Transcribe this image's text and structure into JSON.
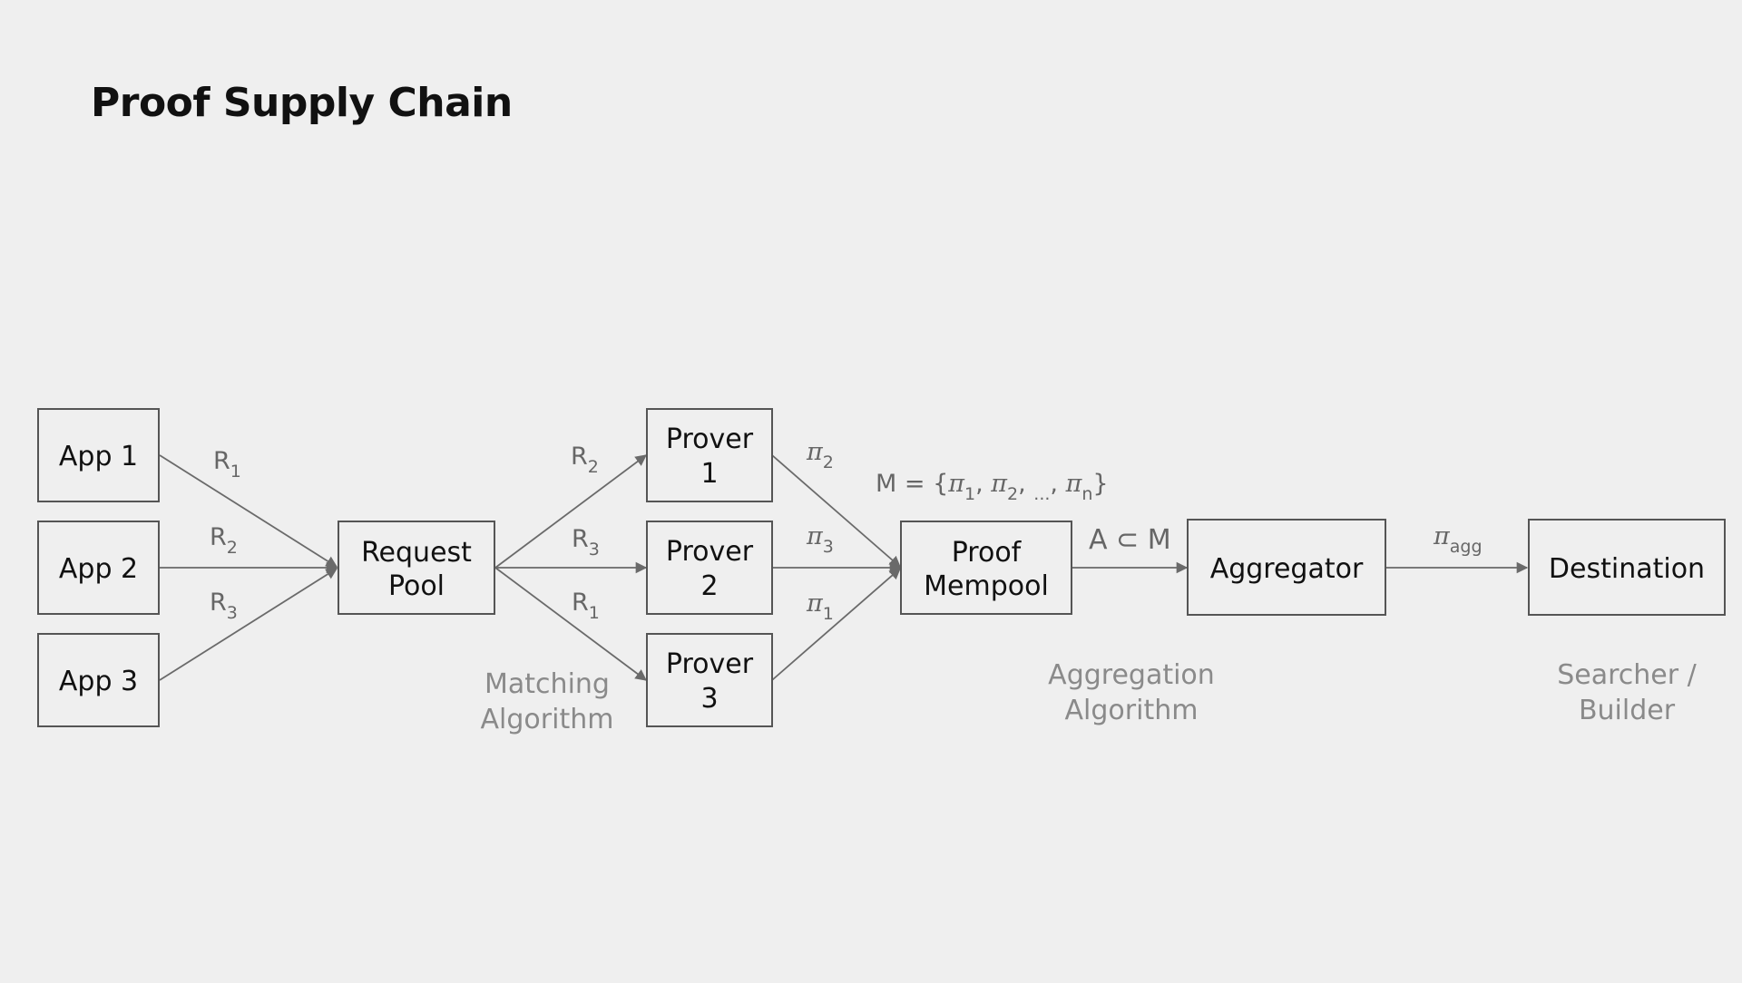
{
  "title": "Proof Supply Chain",
  "nodes": {
    "app1": [
      "App 1"
    ],
    "app2": [
      "App 2"
    ],
    "app3": [
      "App 3"
    ],
    "request_pool": [
      "Request",
      "Pool"
    ],
    "prover1": [
      "Prover",
      "1"
    ],
    "prover2": [
      "Prover",
      "2"
    ],
    "prover3": [
      "Prover",
      "3"
    ],
    "proof_mempool": [
      "Proof",
      "Mempool"
    ],
    "aggregator": [
      "Aggregator"
    ],
    "destination": [
      "Destination"
    ]
  },
  "edge_labels": {
    "app1_pool": {
      "base": "R",
      "sub": "1"
    },
    "app2_pool": {
      "base": "R",
      "sub": "2"
    },
    "app3_pool": {
      "base": "R",
      "sub": "3"
    },
    "pool_prover1": {
      "base": "R",
      "sub": "2"
    },
    "pool_prover2": {
      "base": "R",
      "sub": "3"
    },
    "pool_prover3": {
      "base": "R",
      "sub": "1"
    },
    "prover1_mempool": {
      "base": "π",
      "sub": "2"
    },
    "prover2_mempool": {
      "base": "π",
      "sub": "3"
    },
    "prover3_mempool": {
      "base": "π",
      "sub": "1"
    },
    "aggregator_destination": {
      "base": "π",
      "sub": "agg"
    }
  },
  "mempool_set": {
    "prefix": "M = {",
    "p1": "π",
    "s1": "1",
    "sep1": ", ",
    "p2": "π",
    "s2": "2",
    "sep2": ", ",
    "ellipsis": "...",
    "sep3": ", ",
    "pn": "π",
    "sn": "n",
    "suffix": "}"
  },
  "subset_label": "A ⊂ M",
  "captions": {
    "matching": [
      "Matching",
      "Algorithm"
    ],
    "aggregation": [
      "Aggregation",
      "Algorithm"
    ],
    "searcher": [
      "Searcher /",
      "Builder"
    ]
  }
}
